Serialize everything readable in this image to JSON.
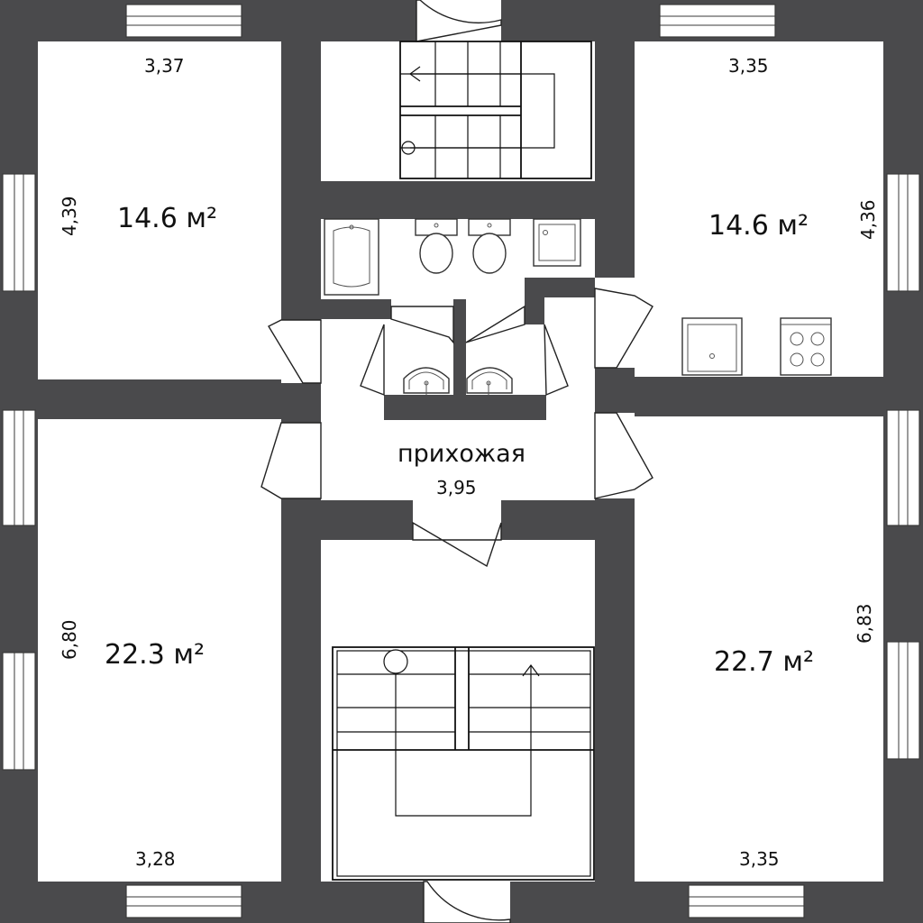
{
  "rooms": {
    "top_left_area": "14.6 м²",
    "top_right_area": "14.6 м²",
    "bottom_left_area": "22.3 м²",
    "bottom_right_area": "22.7 м²",
    "hall_name": "прихожая",
    "hall_width": "3,95"
  },
  "dimensions": {
    "top_left_width": "3,37",
    "top_left_height": "4,39",
    "top_right_width": "3,35",
    "top_right_height": "4,36",
    "bottom_left_height": "6,80",
    "bottom_left_width": "3,28",
    "bottom_right_height": "6,83",
    "bottom_right_width": "3,35"
  }
}
